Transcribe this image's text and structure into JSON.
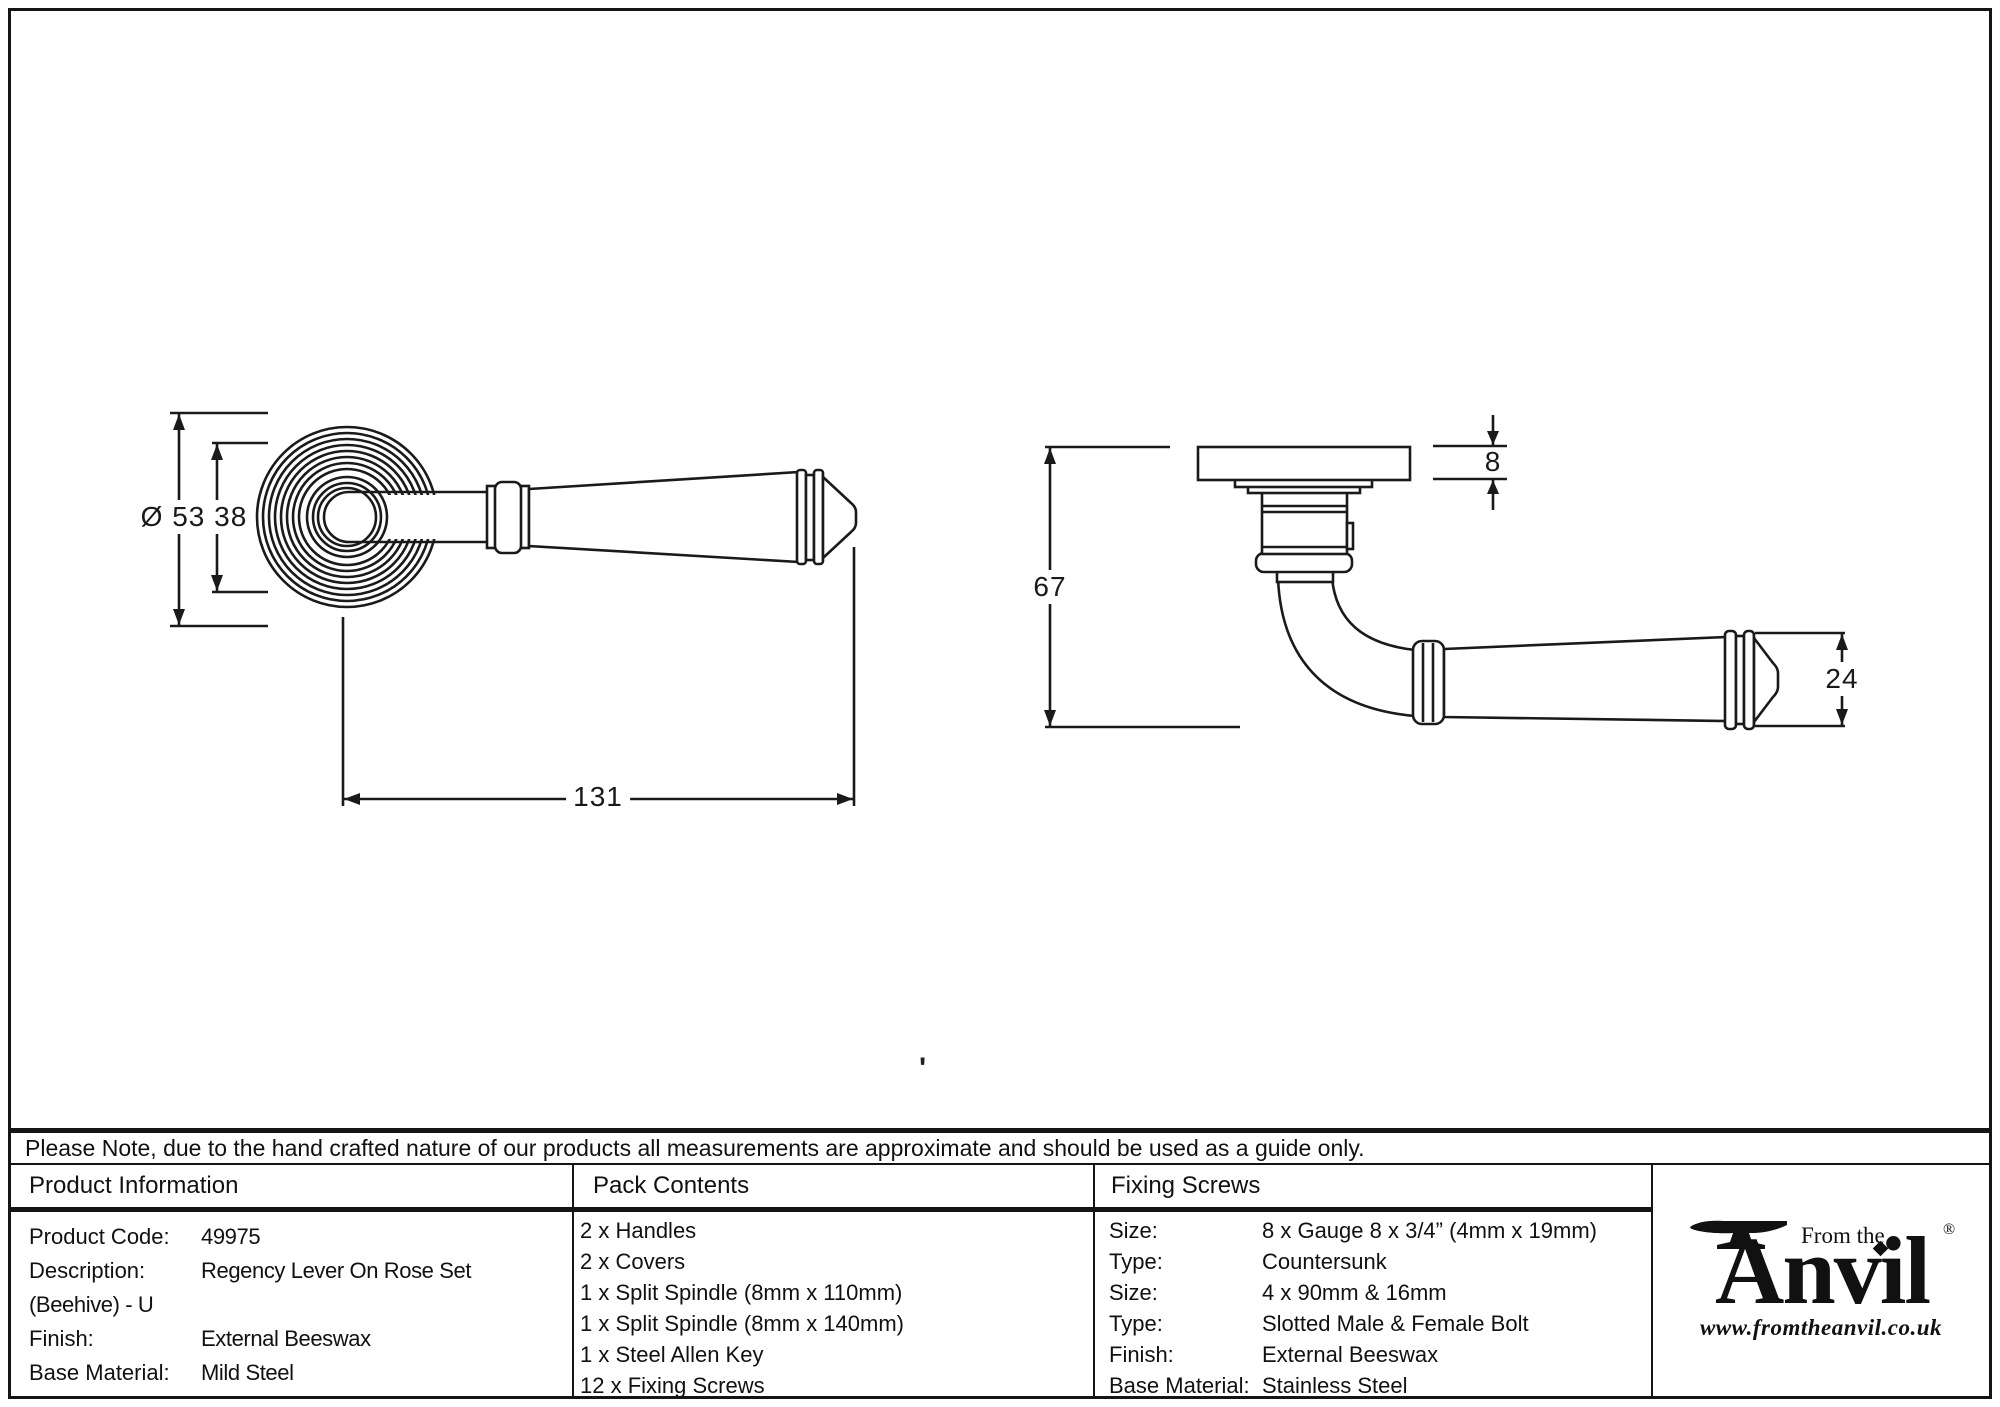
{
  "drawing": {
    "front_view": {
      "dim_diameter_label": "Ø 53 38",
      "dim_length": "131"
    },
    "side_view": {
      "dim_rose_depth": "8",
      "dim_height": "67",
      "dim_lever_height": "24"
    },
    "stray_mark": "'"
  },
  "note": "Please Note, due to the hand crafted nature of our products all measurements are approximate and should be used as a guide only.",
  "table": {
    "product_information": {
      "header": "Product Information",
      "rows": [
        {
          "label": "Product Code:",
          "value": "49975"
        },
        {
          "label": "Description:",
          "value": "Regency Lever On Rose Set (Beehive) - U"
        },
        {
          "label": "Finish:",
          "value": "External Beeswax"
        },
        {
          "label": "Base Material:",
          "value": "Mild Steel"
        }
      ]
    },
    "pack_contents": {
      "header": "Pack Contents",
      "items": [
        "2 x Handles",
        "2 x Covers",
        "1 x Split Spindle (8mm x 110mm)",
        "1 x Split Spindle (8mm x 140mm)",
        "1 x Steel Allen Key",
        "12 x Fixing Screws"
      ]
    },
    "fixing_screws": {
      "header": "Fixing Screws",
      "rows": [
        {
          "label": "Size:",
          "value": "8 x Gauge 8 x 3/4” (4mm x 19mm)"
        },
        {
          "label": "Type:",
          "value": "Countersunk"
        },
        {
          "label": "Size:",
          "value": "4 x 90mm & 16mm"
        },
        {
          "label": "Type:",
          "value": "Slotted Male & Female Bolt"
        },
        {
          "label": "Finish:",
          "value": "External Beeswax"
        },
        {
          "label": "Base Material:",
          "value": "Stainless Steel"
        }
      ]
    }
  },
  "logo": {
    "tagline": "From the",
    "brand": "Anvil",
    "registered": "®",
    "website": "www.fromtheanvil.co.uk"
  }
}
